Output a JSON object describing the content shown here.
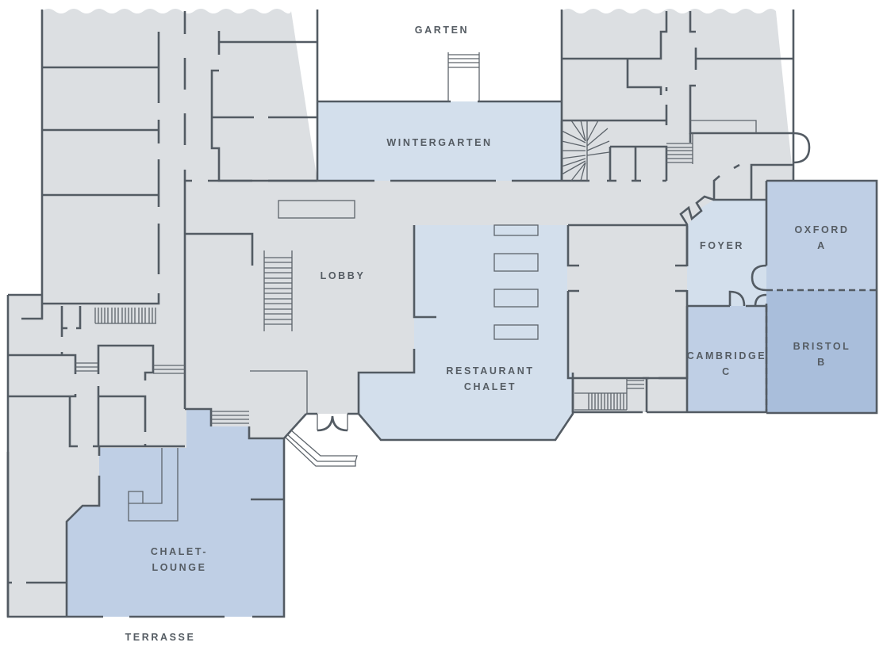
{
  "map": {
    "colors": {
      "background": "#ffffff",
      "building": "#dcdfe2",
      "room_light": "#d3dfec",
      "room_mid": "#bfcfe5",
      "room_dark": "#a9bedb",
      "wall": "#535b63"
    },
    "rooms": {
      "wintergarten": {
        "label": "WINTERGARTEN"
      },
      "lobby": {
        "label": "LOBBY"
      },
      "restaurant": {
        "line1": "RESTAURANT",
        "line2": "CHALET"
      },
      "foyer": {
        "label": "FOYER"
      },
      "oxford": {
        "line1": "OXFORD",
        "line2": "A"
      },
      "bristol": {
        "line1": "BRISTOL",
        "line2": "B"
      },
      "cambridge": {
        "line1": "CAMBRIDGE",
        "line2": "C"
      },
      "chalet_lounge": {
        "line1": "CHALET-",
        "line2": "LOUNGE"
      }
    },
    "outdoor": {
      "garten": "GARTEN",
      "terrasse": "TERRASSE"
    }
  }
}
